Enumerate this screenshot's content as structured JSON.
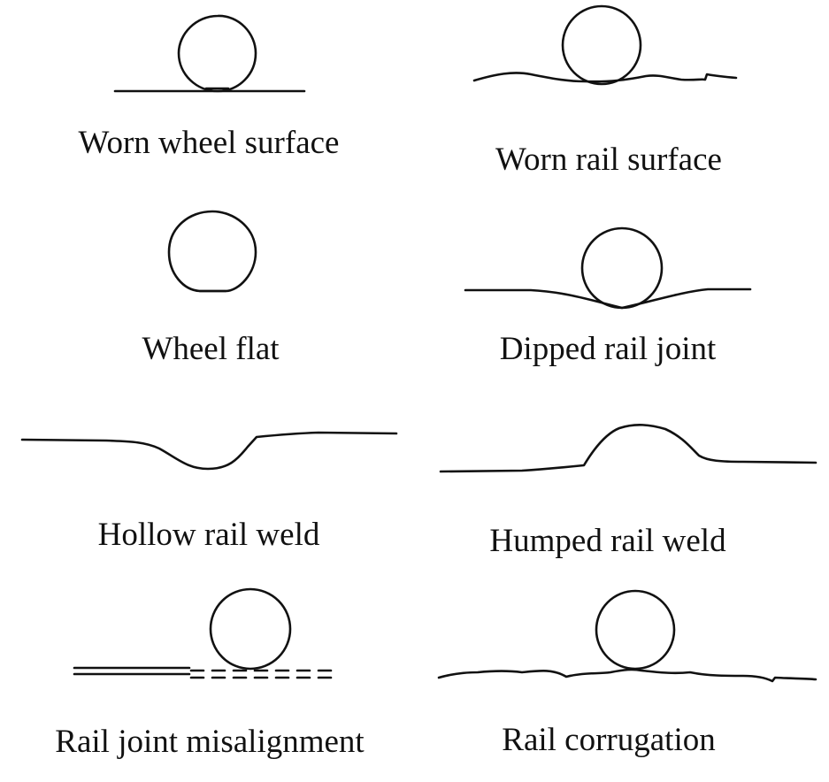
{
  "panels": [
    {
      "id": "worn-wheel-surface",
      "label": "Worn wheel surface"
    },
    {
      "id": "worn-rail-surface",
      "label": "Worn rail surface"
    },
    {
      "id": "wheel-flat",
      "label": "Wheel flat"
    },
    {
      "id": "dipped-rail-joint",
      "label": "Dipped rail joint"
    },
    {
      "id": "hollow-rail-weld",
      "label": "Hollow rail weld"
    },
    {
      "id": "humped-rail-weld",
      "label": "Humped rail weld"
    },
    {
      "id": "rail-joint-misalignment",
      "label": "Rail joint misalignment"
    },
    {
      "id": "rail-corrugation",
      "label": "Rail corrugation"
    }
  ]
}
